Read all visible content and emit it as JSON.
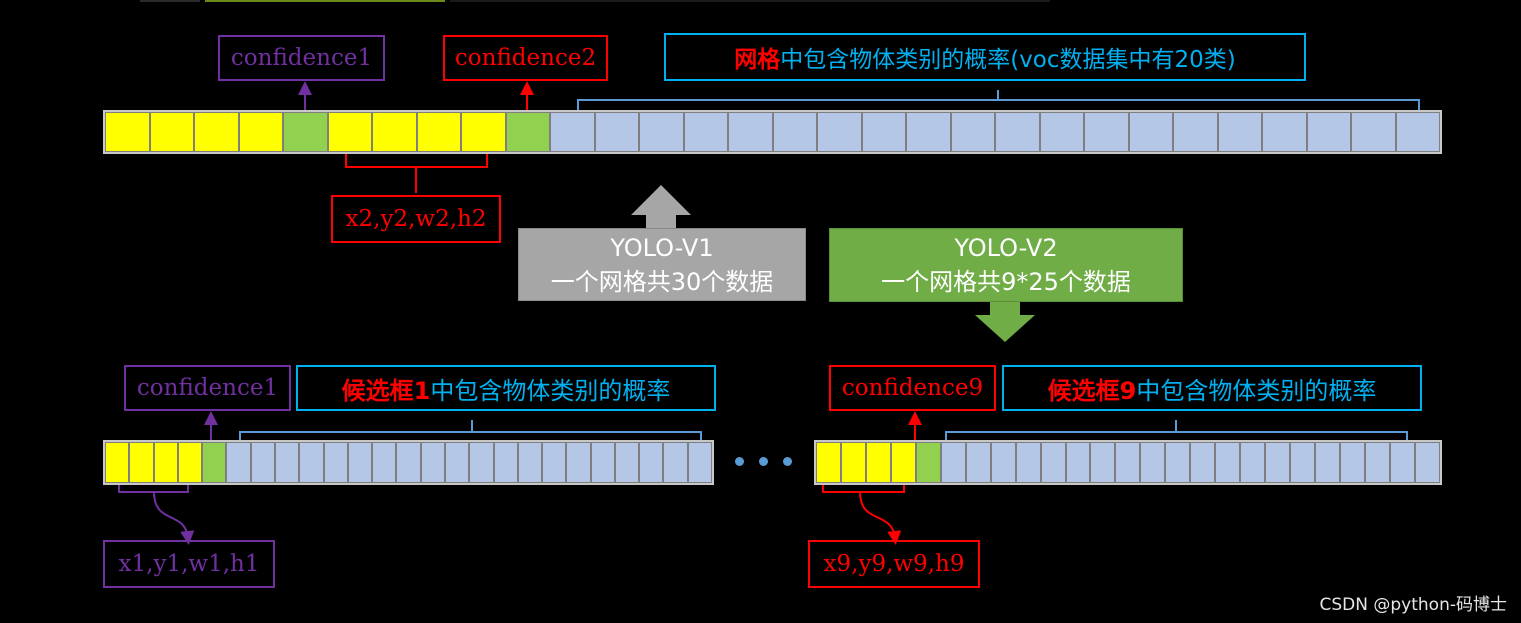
{
  "colors": {
    "coord": "#ffff00",
    "confidence": "#92d050",
    "class_prob": "#b4c7e7",
    "purple": "#7030a0",
    "red": "#ff0000",
    "cyan": "#00b0f0",
    "v1_box": "#a6a6a6",
    "v2_box": "#70ad47"
  },
  "top_row": {
    "cells": [
      "y",
      "y",
      "y",
      "y",
      "g",
      "y",
      "y",
      "y",
      "y",
      "g",
      "b",
      "b",
      "b",
      "b",
      "b",
      "b",
      "b",
      "b",
      "b",
      "b",
      "b",
      "b",
      "b",
      "b",
      "b",
      "b",
      "b",
      "b",
      "b",
      "b"
    ],
    "confidence1": "confidence1",
    "confidence2": "confidence2",
    "class_label_red": "网格",
    "class_label_rest": "中包含物体类别的概率(voc数据集中有20类)",
    "coords2": "x2,y2,w2,h2"
  },
  "yolo_v1": {
    "title": "YOLO-V1",
    "desc": "一个网格共30个数据"
  },
  "yolo_v2": {
    "title": "YOLO-V2",
    "desc": "一个网格共9*25个数据"
  },
  "left_row": {
    "cells": [
      "y",
      "y",
      "y",
      "y",
      "g",
      "b",
      "b",
      "b",
      "b",
      "b",
      "b",
      "b",
      "b",
      "b",
      "b",
      "b",
      "b",
      "b",
      "b",
      "b",
      "b",
      "b",
      "b",
      "b",
      "b"
    ],
    "confidence": "confidence1",
    "class_label_red": "候选框1",
    "class_label_rest": "中包含物体类别的概率",
    "coords": "x1,y1,w1,h1"
  },
  "right_row": {
    "cells": [
      "y",
      "y",
      "y",
      "y",
      "g",
      "b",
      "b",
      "b",
      "b",
      "b",
      "b",
      "b",
      "b",
      "b",
      "b",
      "b",
      "b",
      "b",
      "b",
      "b",
      "b",
      "b",
      "b",
      "b",
      "b"
    ],
    "confidence": "confidence9",
    "class_label_red": "候选框9",
    "class_label_rest": "中包含物体类别的概率",
    "coords": "x9,y9,w9,h9"
  },
  "ellipsis": "• • •",
  "watermark": "CSDN @python-码博士"
}
